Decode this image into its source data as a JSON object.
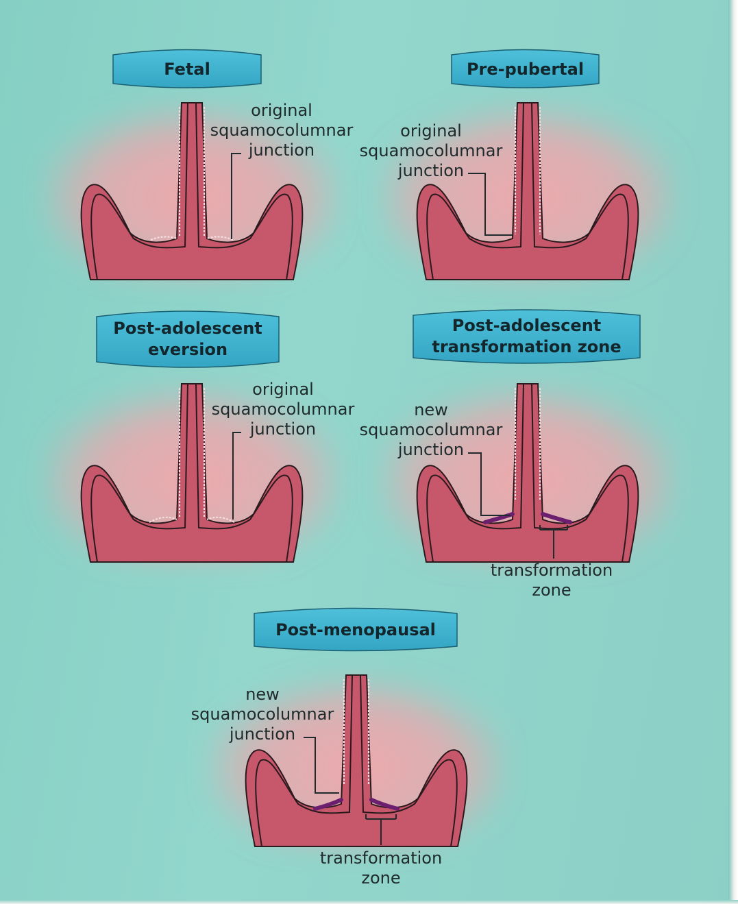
{
  "panels": [
    {
      "title": "Fetal",
      "label": [
        "original",
        "squamocolumnar",
        "junction"
      ]
    },
    {
      "title": "Pre-pubertal",
      "label": [
        "original",
        "squamocolumnar",
        "junction"
      ]
    },
    {
      "title": [
        "Post-adolescent",
        "eversion"
      ],
      "label": [
        "original",
        "squamocolumnar",
        "junction"
      ]
    },
    {
      "title": [
        "Post-adolescent",
        "transformation zone"
      ],
      "label": [
        "new",
        "squamocolumnar",
        "junction"
      ],
      "zone_label": [
        "transformation",
        "zone"
      ]
    },
    {
      "title": "Post-menopausal",
      "label": [
        "new",
        "squamocolumnar",
        "junction"
      ],
      "zone_label": [
        "transformation",
        "zone"
      ]
    }
  ],
  "colors": {
    "background": "#8fd3c9",
    "banner": "#3fb3cf",
    "tissue": "#c7576a",
    "glow": "#f2a3a8",
    "columnar": "#b5485c",
    "transformation": "#6b1f6e"
  }
}
